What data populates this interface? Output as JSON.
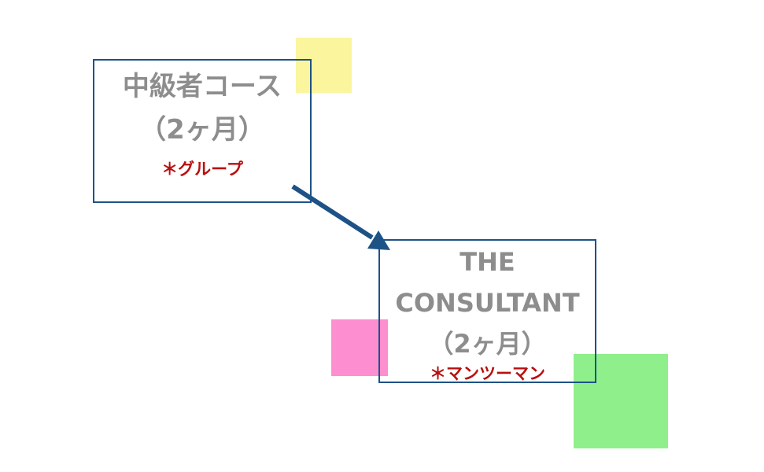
{
  "colors": {
    "box_border": "#1d5287",
    "title_text": "#8d8d8d",
    "subtitle_text": "#b80f0f",
    "arrow": "#1d5287",
    "square_yellow": "#fbf59e",
    "square_pink": "#fd8fd0",
    "square_green": "#8ff08b"
  },
  "nodes": [
    {
      "title_line1": "中級者コース",
      "title_line2": "（2ヶ月）",
      "subtitle": "＊グループ"
    },
    {
      "title_line1": "THE",
      "title_line2": "CONSULTANT",
      "title_line3": "（2ヶ月）",
      "subtitle": "＊マンツーマン"
    }
  ],
  "edges": [
    {
      "from": 0,
      "to": 1,
      "style": "arrow"
    }
  ]
}
